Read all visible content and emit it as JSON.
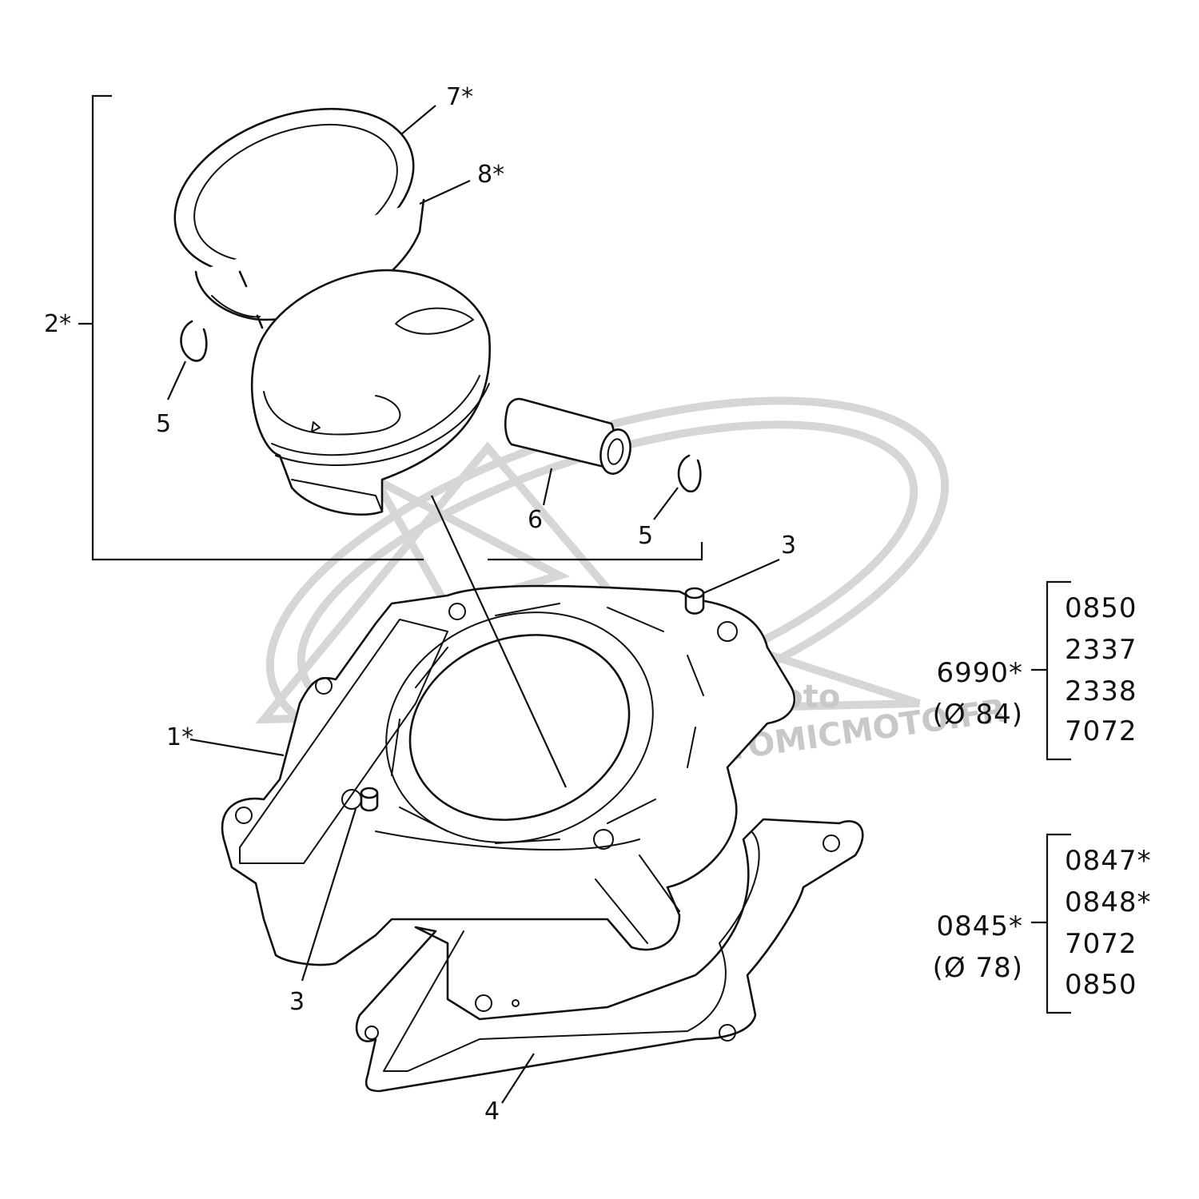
{
  "labels": {
    "assembly_cylinder": "1*",
    "assembly_piston": "2*",
    "dowel_top": "3",
    "dowel_bottom": "3",
    "base_gasket": "4",
    "circlip_left": "5",
    "circlip_right": "5",
    "piston_pin": "6",
    "ring_top": "7*",
    "ring_second": "8*"
  },
  "variant_84": {
    "part_number": "6990*",
    "bore": "(Ø 84)",
    "codes": [
      "0850",
      "2337",
      "2338",
      "7072"
    ]
  },
  "variant_78": {
    "part_number": "0845*",
    "bore": "(Ø 78)",
    "codes": [
      "0847*",
      "0848*",
      "7072",
      "0850"
    ]
  },
  "watermark": {
    "brand": "Atomic moto",
    "url": "WWW.ATOMICMOTO.FR",
    "color": "#d0d0d0"
  }
}
